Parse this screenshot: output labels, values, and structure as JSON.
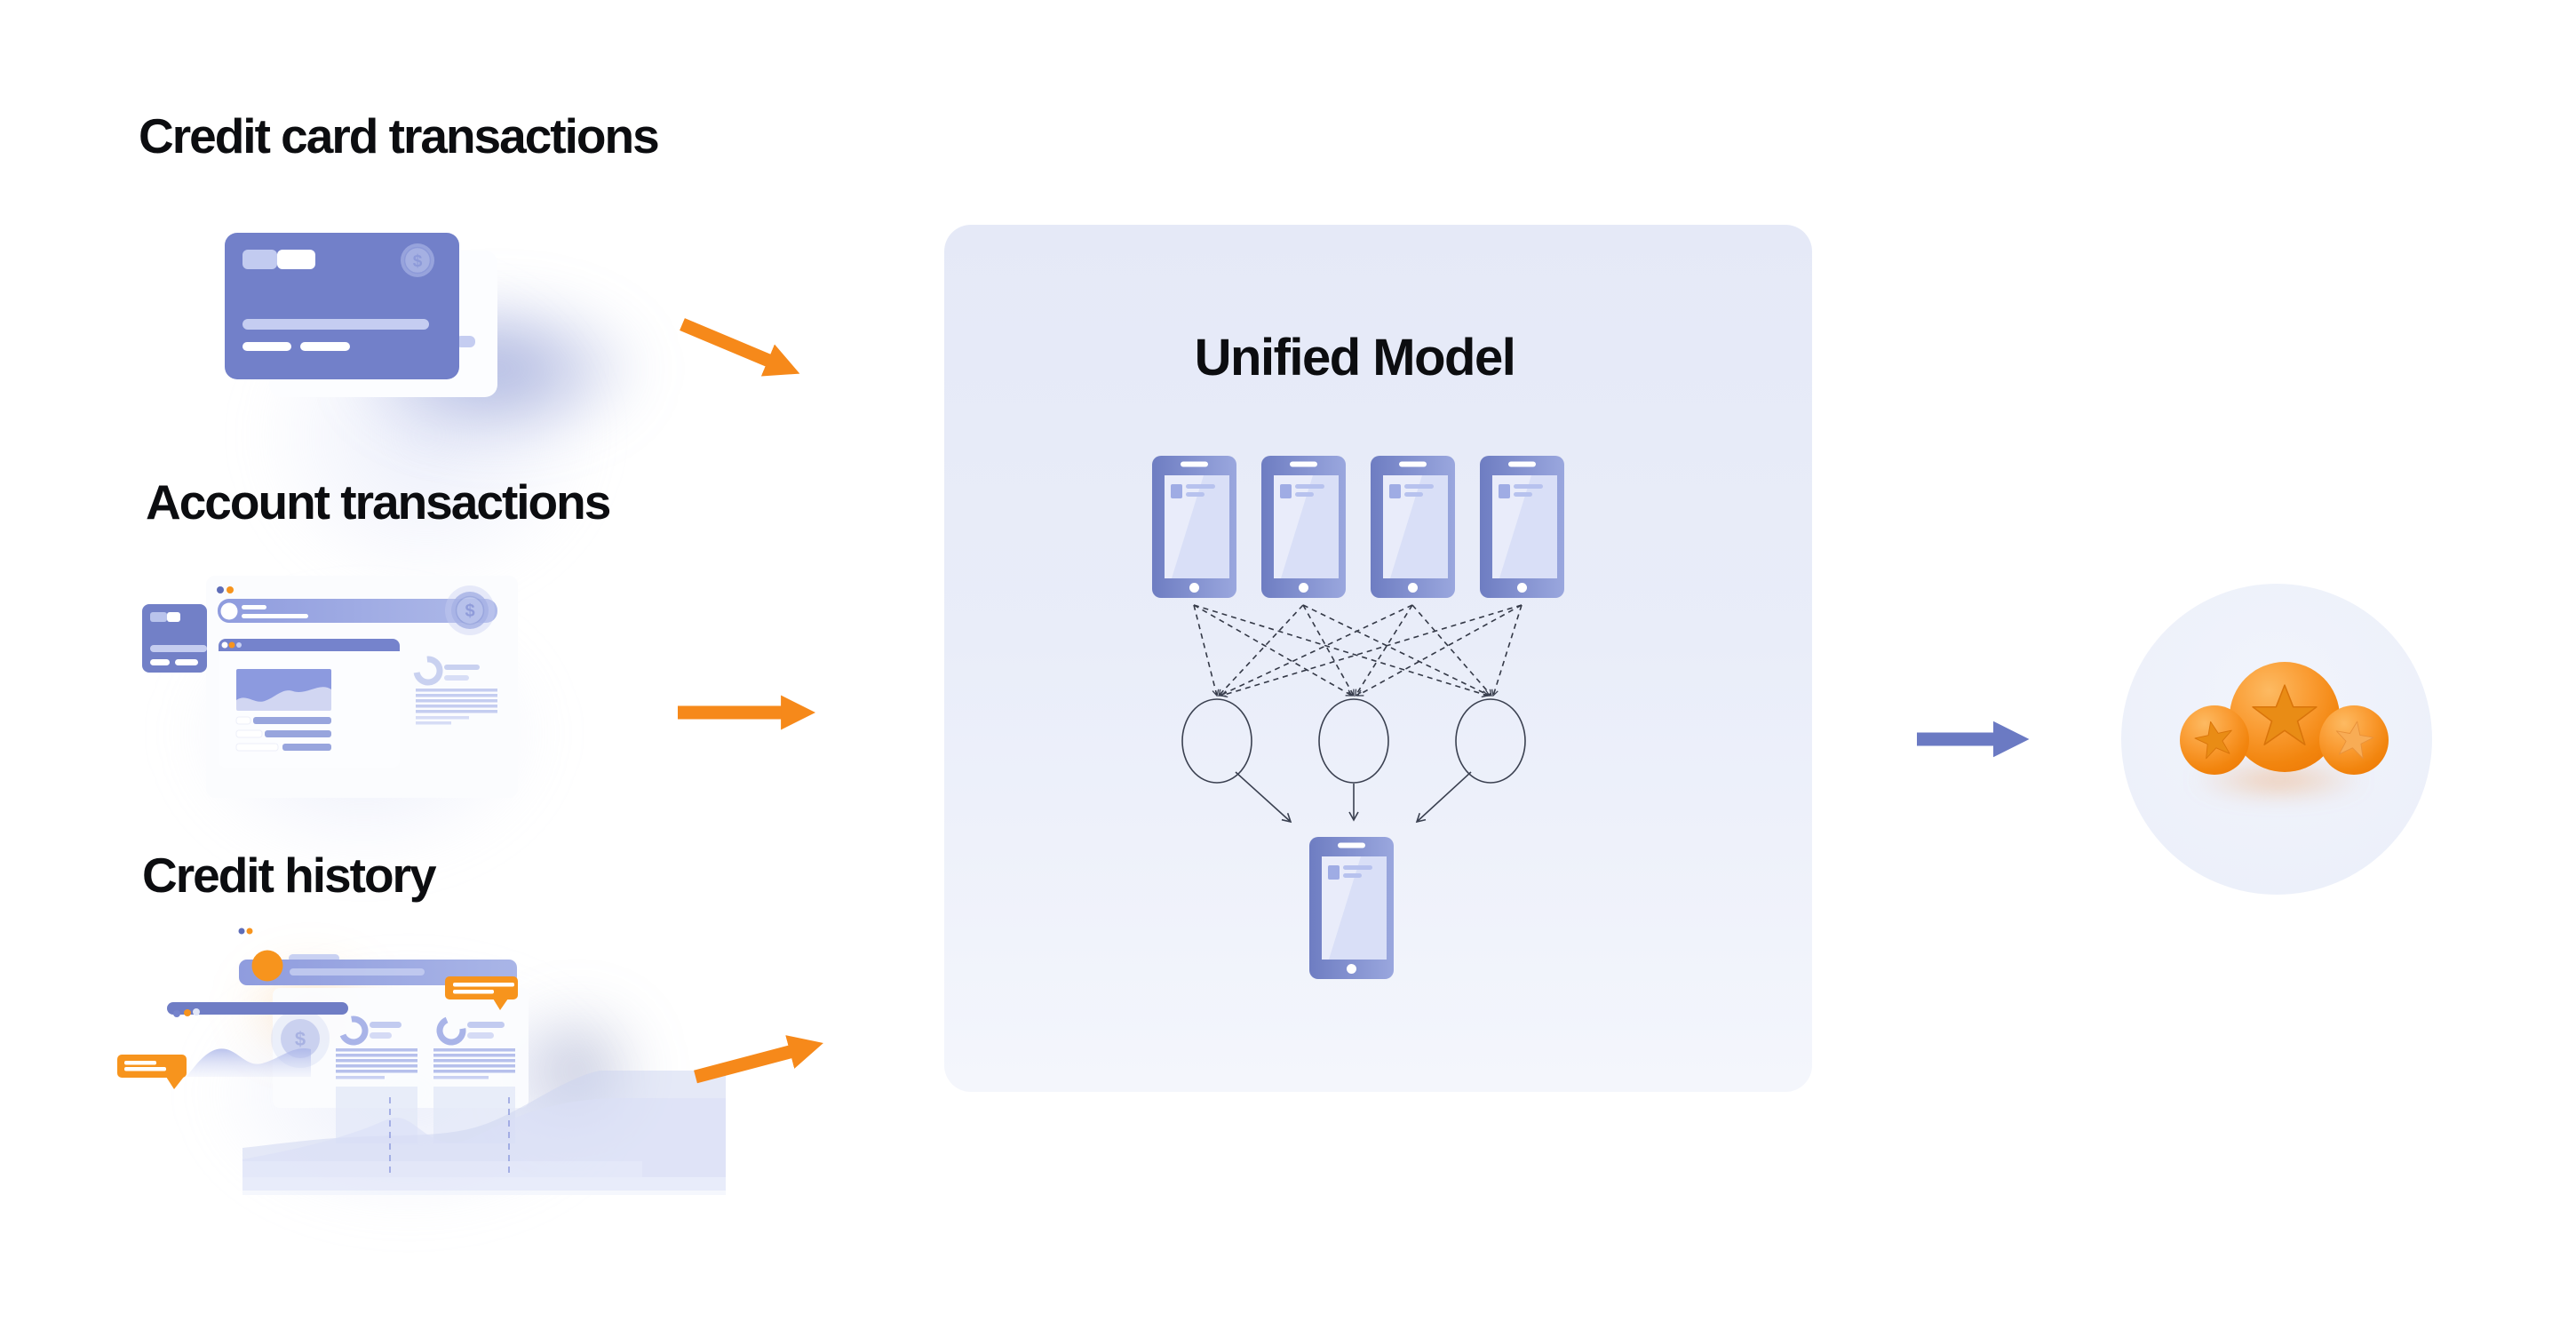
{
  "sources": [
    {
      "label": "Credit card transactions",
      "icon": "credit-card-icon"
    },
    {
      "label": "Account transactions",
      "icon": "account-dashboard-icon"
    },
    {
      "label": "Credit history",
      "icon": "credit-history-icon"
    }
  ],
  "model": {
    "title": "Unified Model",
    "top_phones": 4,
    "hidden_nodes": 3,
    "output_phones": 1
  },
  "output": {
    "icon": "three-star-score-icon"
  },
  "icons": {
    "dollar_glyph": "$"
  },
  "colors": {
    "accent_orange": "#F7941D",
    "periwinkle": "#7280C9",
    "panel_background_top": "#E5E9F7",
    "panel_background_bottom": "#F4F6FC",
    "arrow_blue": "#6B7AC3",
    "text": "#0C0D10",
    "score_ball_orange": "#F07B02"
  }
}
